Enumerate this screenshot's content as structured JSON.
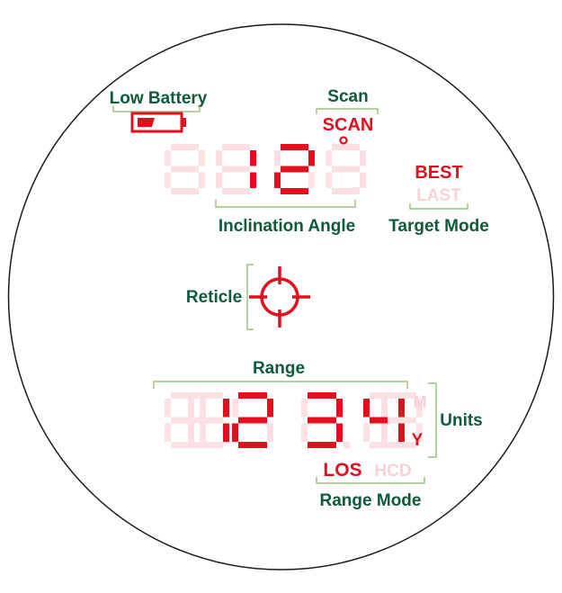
{
  "colors": {
    "outline": "#1a1a1a",
    "label_green": "#0f5a3a",
    "bracket_green": "#9cc47a",
    "segment_on": "#e0101e",
    "segment_off": "#fbe1e3",
    "text_dim": "#f6d3d6"
  },
  "labels": {
    "low_battery": "Low Battery",
    "scan": "Scan",
    "inclination_angle": "Inclination Angle",
    "target_mode": "Target Mode",
    "reticle": "Reticle",
    "range": "Range",
    "units": "Units",
    "range_mode": "Range Mode"
  },
  "display": {
    "scan_indicator": "SCAN",
    "degree_symbol": "°",
    "inclination_digits": [
      "8",
      "1",
      "2",
      "8"
    ],
    "inclination_lit": [
      false,
      true,
      true,
      false
    ],
    "target_mode_active": "BEST",
    "target_mode_inactive": "LAST",
    "range_digits": [
      "8",
      "1",
      "2",
      "3",
      "4",
      "8"
    ],
    "range_lit": [
      false,
      true,
      true,
      true,
      true,
      false
    ],
    "unit_meters": "M",
    "unit_yards": "Y",
    "range_mode_active": "LOS",
    "range_mode_inactive": "HCD",
    "battery_icon": "battery-low-icon",
    "reticle_icon": "crosshair-reticle-icon"
  }
}
